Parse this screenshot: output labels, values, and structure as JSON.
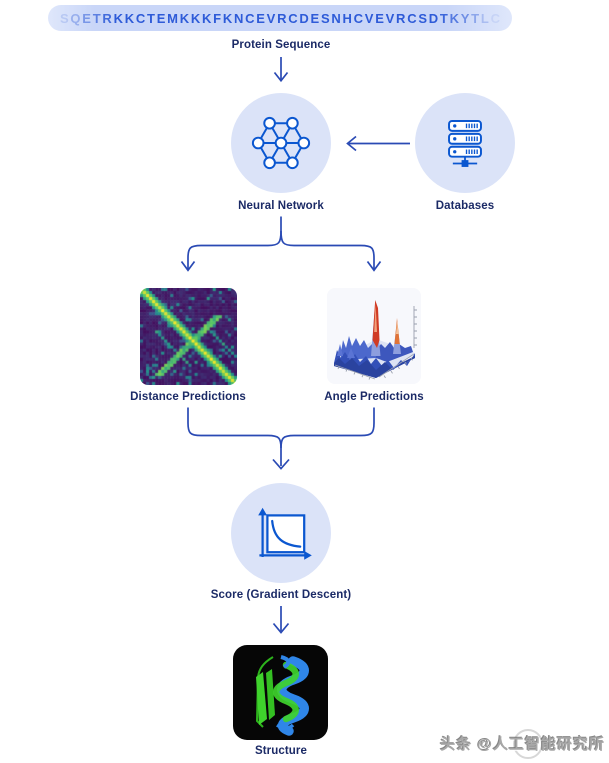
{
  "sequence": {
    "text": "SQETRKKCTEMKKKFKNCEVRCDESNHCVEVRCSDTKYTLC",
    "label": "Protein Sequence"
  },
  "nodes": {
    "neural_network": {
      "label": "Neural Network",
      "icon": "hexagon-network-icon"
    },
    "databases": {
      "label": "Databases",
      "icon": "server-stack-icon"
    },
    "distance_predictions": {
      "label": "Distance Predictions",
      "image": "contact-map-heatmap"
    },
    "angle_predictions": {
      "label": "Angle Predictions",
      "image": "3d-surface-plot"
    },
    "score": {
      "label": "Score (Gradient Descent)",
      "icon": "decay-curve-chart-icon"
    },
    "structure": {
      "label": "Structure",
      "image": "protein-ribbon-render"
    }
  },
  "colors": {
    "arrow": "#2a4ab4",
    "label": "#1b2a66",
    "node_bg": "#dbe3f8",
    "icon_stroke": "#0b57d0",
    "pill_bg": "#c9d6f8",
    "pill_text": "#2e5bd8"
  },
  "watermark": {
    "text": "头条 @人工智能研究所"
  }
}
